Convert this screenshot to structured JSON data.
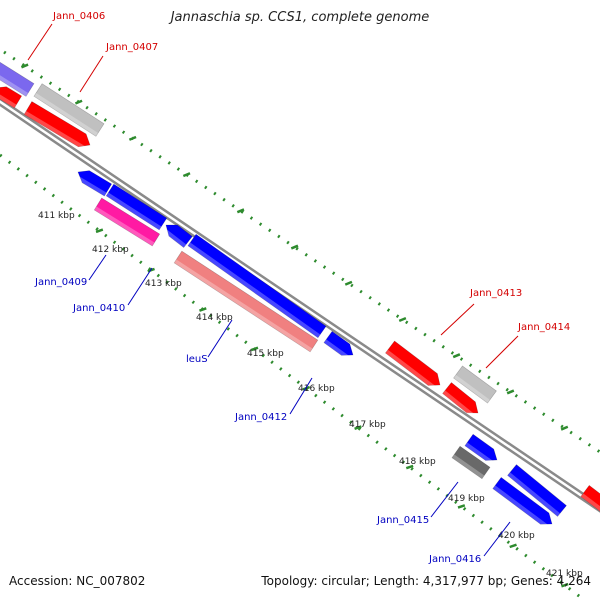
{
  "title": "Jannaschia sp. CCS1, complete genome",
  "footer": {
    "accession": "Accession: NC_007802",
    "stats": "Topology: circular; Length: 4,317,977 bp; Genes: 4,264"
  },
  "colors": {
    "backbone": "#8a8a8a",
    "ticks": "#2e8b2e",
    "forward_label": "#d40000",
    "reverse_label": "#0000c0"
  },
  "scale_labels": [
    "411 kbp",
    "412 kbp",
    "413 kbp",
    "414 kbp",
    "415 kbp",
    "416 kbp",
    "417 kbp",
    "418 kbp",
    "419 kbp",
    "420 kbp",
    "421 kbp"
  ],
  "gene_labels": [
    {
      "text": "Jann_0406",
      "strand": "forward"
    },
    {
      "text": "Jann_0407",
      "strand": "forward"
    },
    {
      "text": "Jann_0409",
      "strand": "reverse"
    },
    {
      "text": "Jann_0410",
      "strand": "reverse"
    },
    {
      "text": "leuS",
      "strand": "reverse"
    },
    {
      "text": "Jann_0412",
      "strand": "reverse"
    },
    {
      "text": "Jann_0413",
      "strand": "forward"
    },
    {
      "text": "Jann_0414",
      "strand": "forward"
    },
    {
      "text": "Jann_0415",
      "strand": "reverse"
    },
    {
      "text": "Jann_0416",
      "strand": "reverse"
    }
  ],
  "features": [
    {
      "color": "#7b68ee"
    },
    {
      "color": "#ff0000"
    },
    {
      "color": "#c0c0c0"
    },
    {
      "color": "#ff0000"
    },
    {
      "color": "#0000ff"
    },
    {
      "color": "#0000ff"
    },
    {
      "color": "#ff1aa3"
    },
    {
      "color": "#0000ff"
    },
    {
      "color": "#0000ff"
    },
    {
      "color": "#f08080"
    },
    {
      "color": "#0000ff"
    },
    {
      "color": "#ff0000"
    },
    {
      "color": "#c0c0c0"
    },
    {
      "color": "#ff0000"
    },
    {
      "color": "#0000ff"
    },
    {
      "color": "#696969"
    },
    {
      "color": "#0000ff"
    },
    {
      "color": "#0000ff"
    },
    {
      "color": "#ff0000"
    }
  ]
}
